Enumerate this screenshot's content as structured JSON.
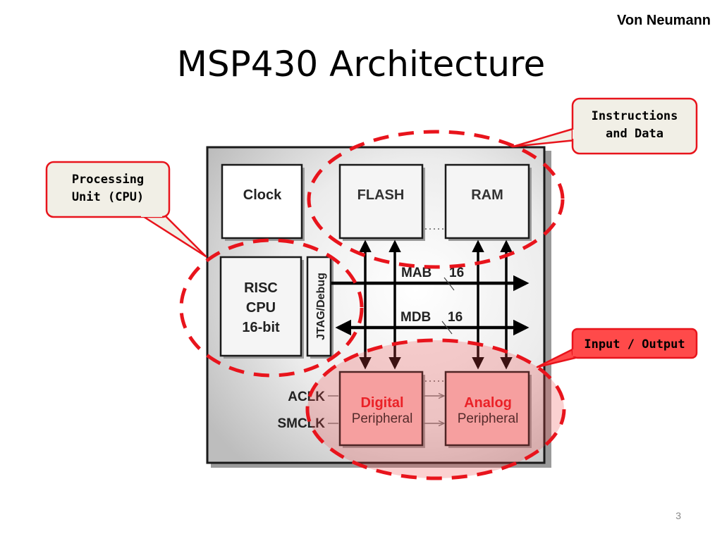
{
  "slide": {
    "corner_label": "Von Neumann",
    "title": "MSP430 Architecture",
    "page_number": "3"
  },
  "diagram": {
    "blocks": {
      "clock": "Clock",
      "flash": "FLASH",
      "ram": "RAM",
      "risc_line1": "RISC",
      "risc_line2": "CPU",
      "risc_line3": "16-bit",
      "jtag": "JTAG/Debug",
      "digital_line1": "Digital",
      "digital_line2": "Peripheral",
      "analog_line1": "Analog",
      "analog_line2": "Peripheral"
    },
    "buses": {
      "mab_label": "MAB",
      "mab_width": "16",
      "mdb_label": "MDB",
      "mdb_width": "16"
    },
    "signals": {
      "aclk": "ACLK",
      "smclk": "SMCLK"
    },
    "callouts": {
      "processing_line1": "Processing",
      "processing_line2": "Unit (CPU)",
      "instructions_line1": "Instructions",
      "instructions_line2": "and Data",
      "io": "Input / Output"
    },
    "colors": {
      "highlight_red": "#e8141c",
      "peripheral_fill": "#f9bcbc",
      "peripheral_text": "#e8141c",
      "io_callout_fill": "#ff4a4a"
    }
  }
}
